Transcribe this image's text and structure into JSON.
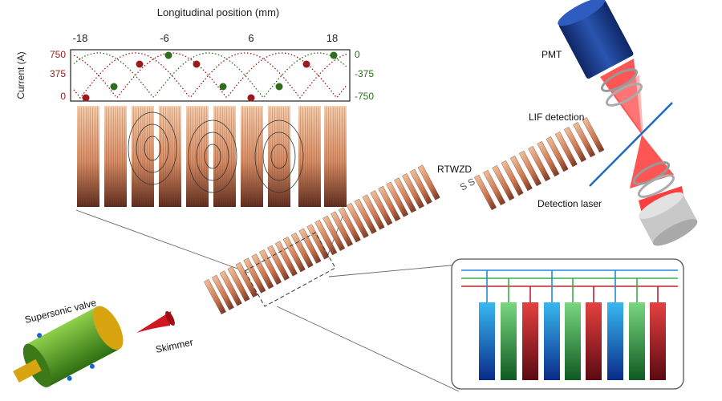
{
  "plot": {
    "title": "Longitudinal position (mm)",
    "x_ticks": [
      "-18",
      "-6",
      "6",
      "18"
    ],
    "y_left_label": "Current (A)",
    "y_left_ticks": [
      "750",
      "375",
      "0"
    ],
    "y_right_ticks": [
      "0",
      "-375",
      "-750"
    ],
    "colors": {
      "red": "#9a1b1b",
      "green": "#2d6e1e",
      "axis": "#222222"
    }
  },
  "labels": {
    "pmt": "PMT",
    "lif": "LIF detection",
    "detection_laser": "Detection laser",
    "rtwzd": "RTWZD",
    "valve": "Supersonic valve",
    "skimmer": "Skimmer"
  },
  "colors": {
    "copper_light": "#f2c19a",
    "copper_dark": "#6e3322",
    "laser": "#ff2a2a",
    "beam_line": "#1a66cc",
    "pmt_body": "#1f3f8a",
    "valve_green": "#5ea82a",
    "valve_gold": "#d8a410",
    "bar_blue": "#1e8ad8",
    "bar_green": "#38b04a",
    "bar_red": "#c0202a"
  }
}
